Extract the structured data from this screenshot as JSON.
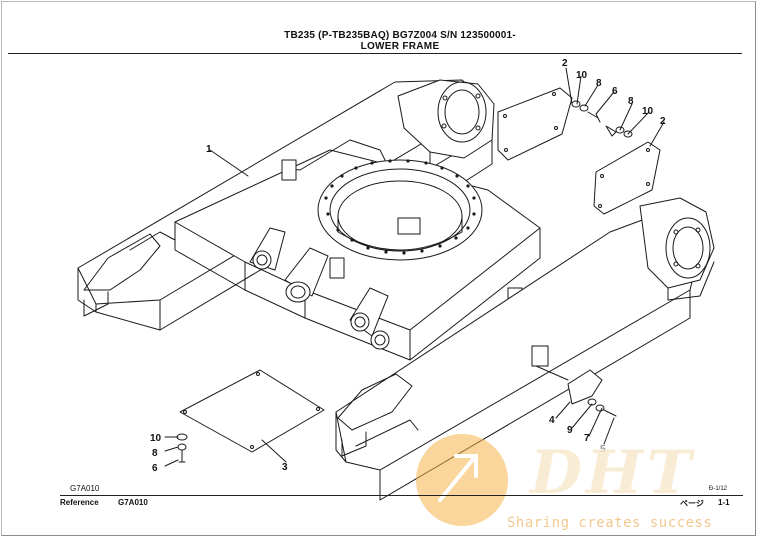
{
  "header": {
    "title": "TB235 (P-TB235BAQ) BG7Z004 S/N 123500001-",
    "subtitle": "LOWER FRAME"
  },
  "callouts": {
    "c1": "1",
    "c2a": "2",
    "c2b": "2",
    "c3": "3",
    "c4": "4",
    "c5": "5",
    "c6a": "6",
    "c6b": "6",
    "c7": "7",
    "c8a": "8",
    "c8b": "8",
    "c8c": "8",
    "c9": "9",
    "c10a": "10",
    "c10b": "10",
    "c10c": "10"
  },
  "footer": {
    "code": "G7A010",
    "reference_label": "Reference",
    "reference_value": "G7A010",
    "small_code": "Ð-1/12",
    "page_label": "ページ",
    "page_value": "1-1"
  },
  "watermark": {
    "logo": "DHT",
    "tagline": "Sharing creates success"
  }
}
